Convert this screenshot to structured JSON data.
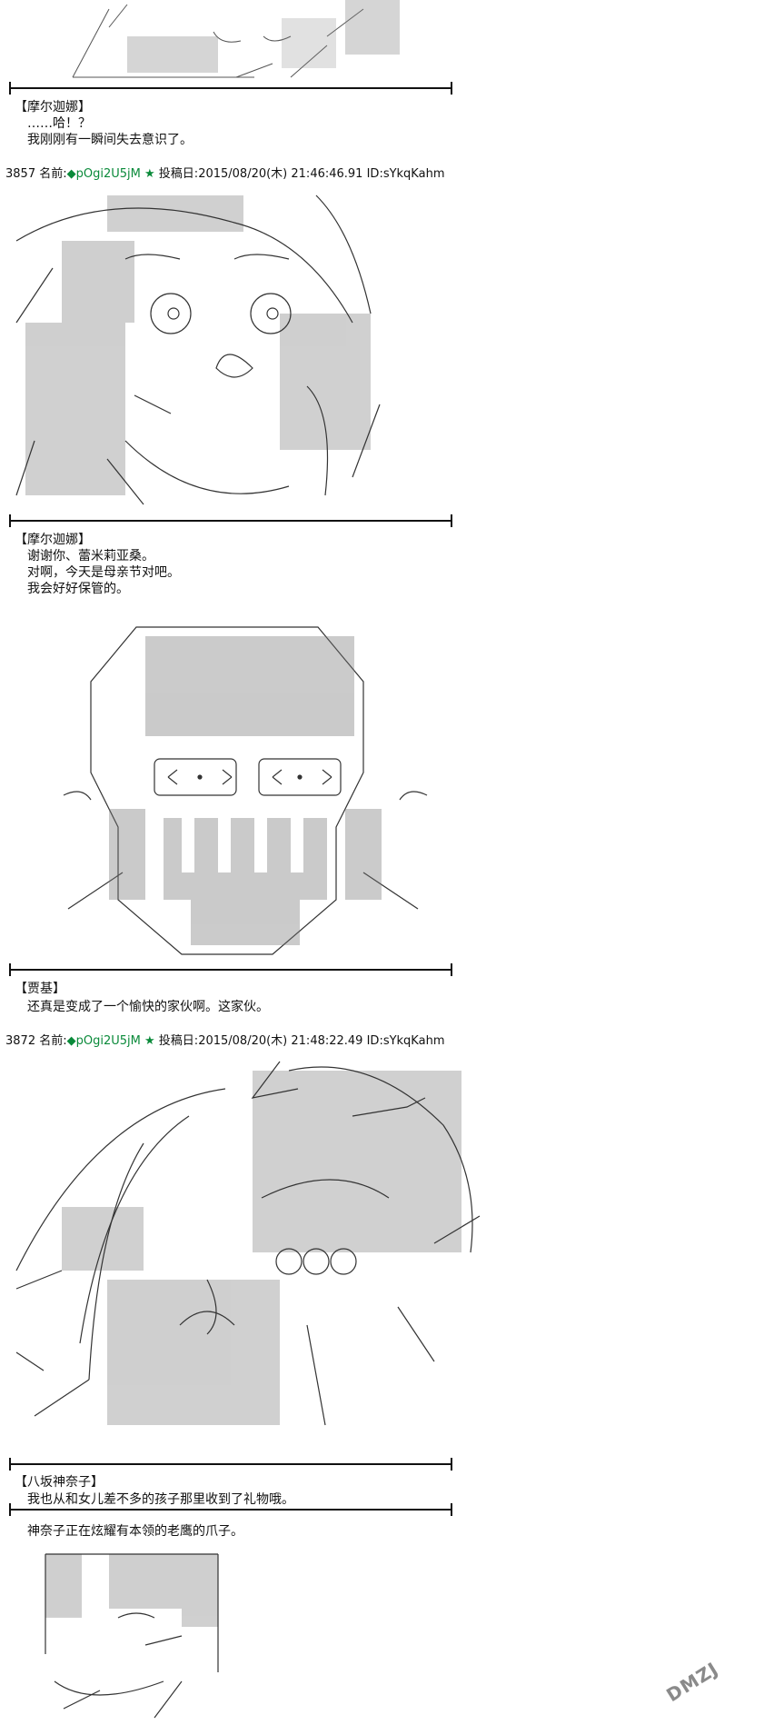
{
  "posts": [
    {
      "number": "3857",
      "name_label": "名前:",
      "trip": "◆pOgi2U5jM",
      "star": "★",
      "date_label": "投稿日:",
      "date": "2015/08/20(木) 21:46:46.91",
      "id": "ID:sYkqKahm"
    },
    {
      "number": "3872",
      "name_label": "名前:",
      "trip": "◆pOgi2U5jM",
      "star": "★",
      "date_label": "投稿日:",
      "date": "2015/08/20(木) 21:48:22.49",
      "id": "ID:sYkqKahm"
    }
  ],
  "dialogues": [
    {
      "speaker": "【摩尔迦娜】",
      "lines": [
        "……哈！？",
        "我刚刚有一瞬间失去意识了。"
      ]
    },
    {
      "speaker": "【摩尔迦娜】",
      "lines": [
        "谢谢你、蕾米莉亚桑。",
        "对啊，今天是母亲节对吧。",
        "我会好好保管的。"
      ]
    },
    {
      "speaker": "【贾基】",
      "lines": [
        "还真是变成了一个愉快的家伙啊。这家伙。"
      ]
    },
    {
      "speaker": "【八坂神奈子】",
      "lines": [
        "我也从和女儿差不多的孩子那里收到了礼物哦。"
      ]
    }
  ],
  "narration": [
    "神奈子正在炫耀有本领的老鹰的爪子。"
  ],
  "watermark": "DMZJ"
}
